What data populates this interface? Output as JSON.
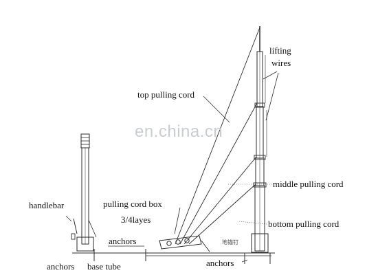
{
  "labels": {
    "lifting_line1": "lifting",
    "lifting_line2": "wires",
    "top_pulling_cord": "top pulling cord",
    "middle_pulling_cord": "middle pulling cord",
    "bottom_pulling_cord": "bottom pulling cord",
    "handlebar": "handlebar",
    "pulling_cord_box_line1": "pulling cord box",
    "pulling_cord_box_line2": "3/4layes",
    "anchors_middle": "anchors",
    "anchors_left": "anchors",
    "base_tube": "base tube",
    "anchors_bottom": "anchors",
    "cjk_mark": "地锚钉"
  },
  "watermark": "en.china.cn",
  "colors": {
    "line": "#2a2a2a",
    "label_text": "#111111",
    "watermark": "#c9cdd3",
    "background": "#ffffff"
  }
}
